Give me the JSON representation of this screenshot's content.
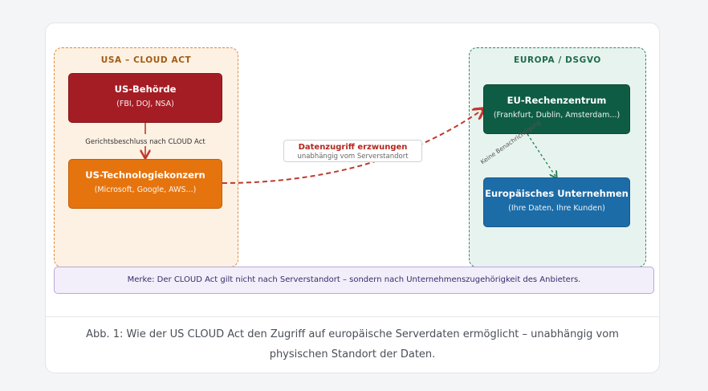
{
  "regions": {
    "usa": {
      "title": "USA – CLOUD ACT"
    },
    "eu": {
      "title": "EUROPA / DSGVO"
    }
  },
  "boxes": {
    "gov": {
      "title": "US-Behörde",
      "subtitle": "(FBI, DOJ, NSA)"
    },
    "tech": {
      "title": "US-Technologiekonzern",
      "subtitle": "(Microsoft, Google, AWS...)"
    },
    "datacenter": {
      "title": "EU-Rechenzentrum",
      "subtitle": "(Frankfurt, Dublin, Amsterdam...)"
    },
    "eu_company": {
      "title": "Europäisches Unternehmen",
      "subtitle": "(Ihre Daten, Ihre Kunden)"
    }
  },
  "edges": {
    "court_order": "Gerichtsbeschluss nach CLOUD Act",
    "forced_access": "Datenzugriff erzwungen",
    "forced_access_sub": "unabhängig vom Serverstandort",
    "no_notification": "Keine Benachrichtigung"
  },
  "note": "Merke: Der CLOUD Act gilt nicht nach Serverstandort – sondern nach Unternehmenszugehörigkeit des Anbieters.",
  "caption": "Abb. 1: Wie der US CLOUD Act den Zugriff auf europäische Serverdaten ermöglicht – unabhängig vom physischen Standort der Daten.",
  "colors": {
    "gov": "#a51d24",
    "tech": "#e6740e",
    "datacenter": "#0e5c44",
    "eu_company": "#1c6ca7",
    "arrow_red": "#c0392b",
    "arrow_green": "#1f7a55"
  }
}
